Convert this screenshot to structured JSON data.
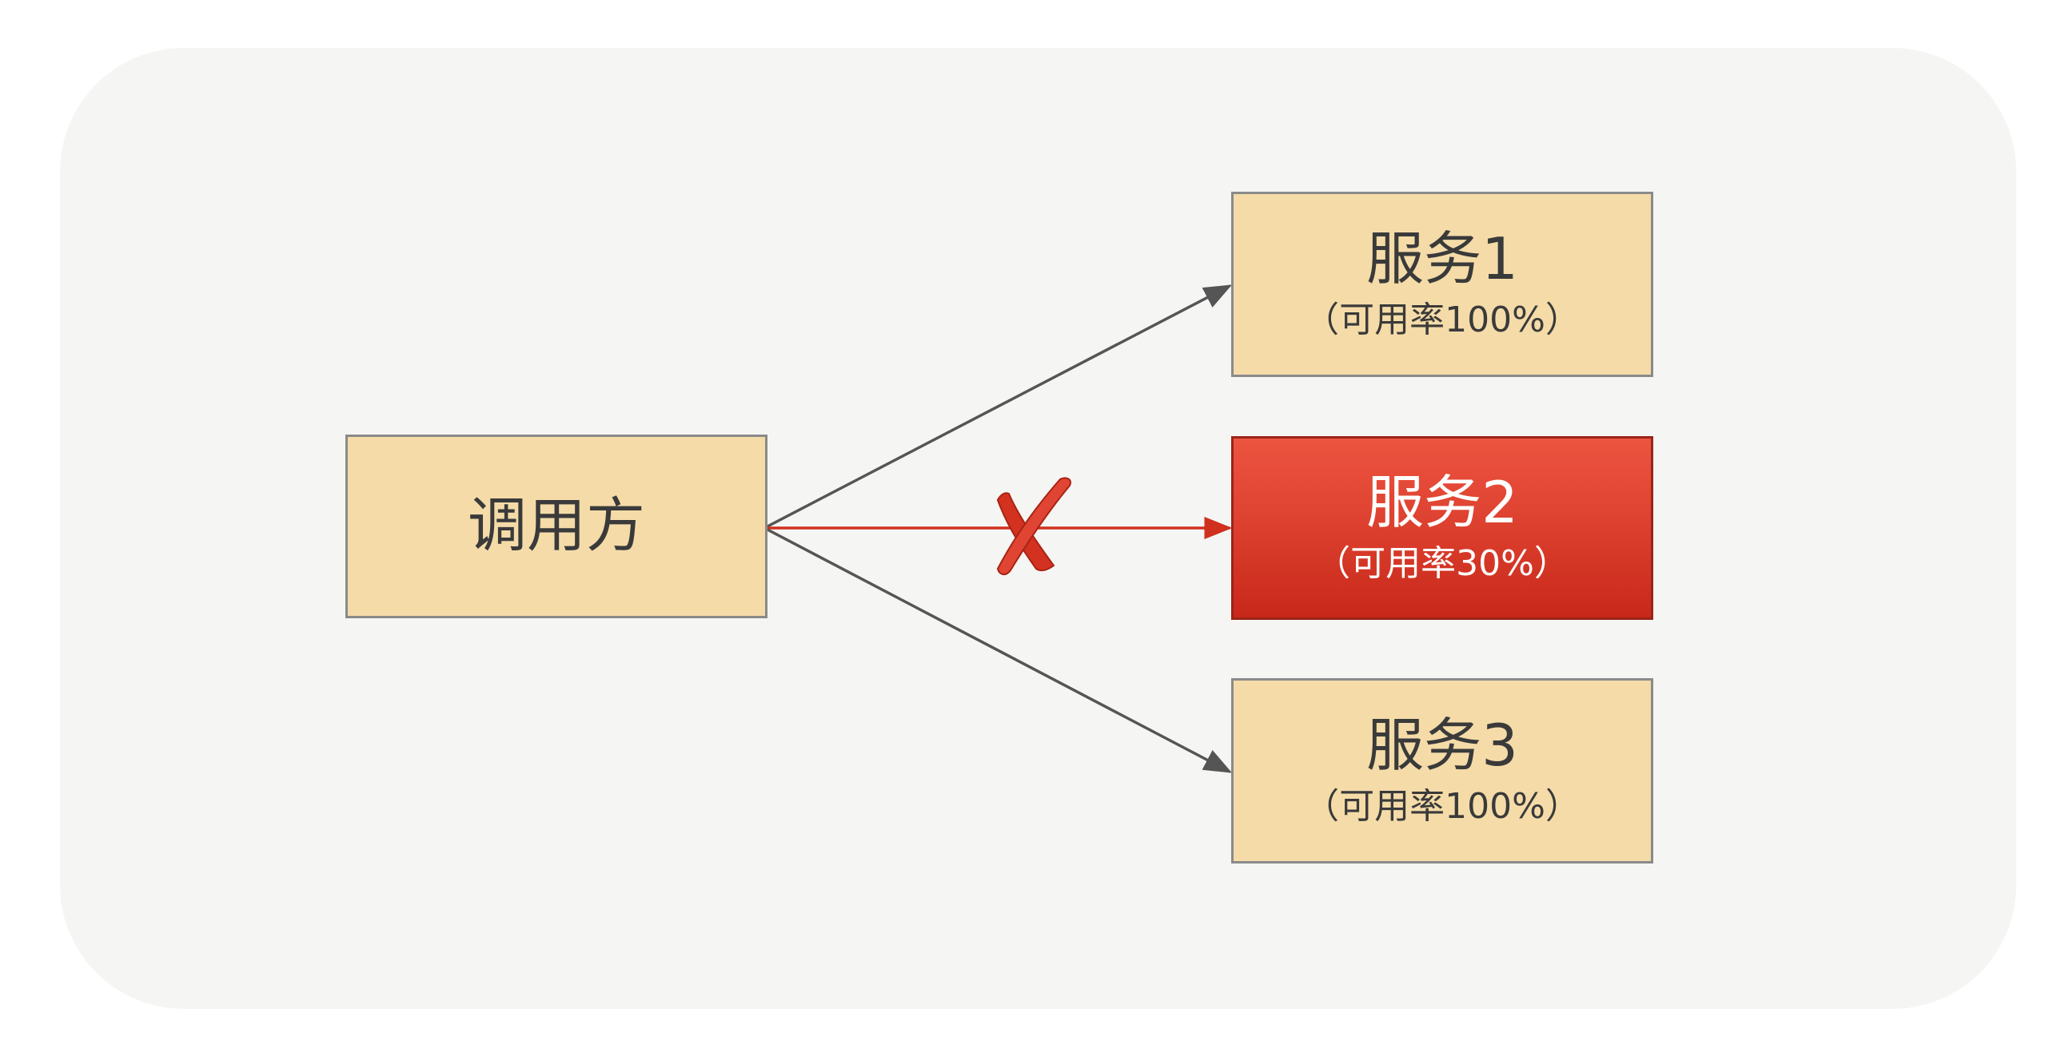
{
  "caller": {
    "label": "调用方"
  },
  "services": [
    {
      "label": "服务1",
      "availability": "（可用率100%）",
      "status": "ok"
    },
    {
      "label": "服务2",
      "availability": "（可用率30%）",
      "status": "failed"
    },
    {
      "label": "服务3",
      "availability": "（可用率100%）",
      "status": "ok"
    }
  ],
  "colors": {
    "background": "#f5f5f3",
    "node_fill": "#f4dba8",
    "node_border": "#8a8a8a",
    "failed_fill": "#e04432",
    "edge_normal": "#555555",
    "edge_failed": "#d0301e",
    "x_mark": "#d2321f"
  },
  "icons": {
    "blocked_mark": "red-x-icon"
  }
}
